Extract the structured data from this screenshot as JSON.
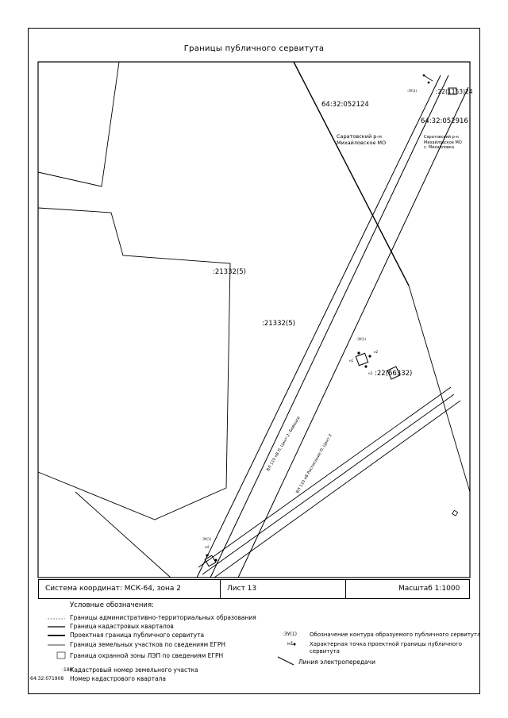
{
  "map": {
    "title": "Границы публичного сервитута",
    "labels": {
      "quarter_top": "64:32:052124",
      "quarter_right": "64:32:052916",
      "parcel_a": ":21332(5)",
      "parcel_b": ":21332(5)",
      "parcel_c": ":22(66332)",
      "parcel_d": ":22(1153)24",
      "district_left_1": "Саратовский р-н",
      "district_left_2": "Михайловское МО",
      "district_right_1": "Саратовский р-н",
      "district_right_2": "Михайловское МО",
      "district_right_3": "с. Михайловка",
      "line_1": "ВЛ 110 кВ П. Цинт-2- Бовацко",
      "line_2": "ВЛ 110 кВ Расписание П. Цинт 2"
    },
    "point_labels": {
      "cluster_top": ":ЗУ(1)",
      "cluster_mid": ":ЗУ(1)",
      "cluster_bottom": ":ЗУ(1)",
      "p1": "н1",
      "p2": "н2",
      "p3": "н3",
      "p4": "н4"
    }
  },
  "info_bar": {
    "coords": "Система координат: МСК-64, зона 2",
    "sheet": "Лист 13",
    "scale": "Масштаб 1:1000"
  },
  "legend": {
    "title": "Условные обозначения:",
    "items": [
      "Границы административно-территориальных образования",
      "Граница кадастровых кварталов",
      "Проектная граница публичного сервитута",
      "Граница земельных участков по сведениям ЕГРН",
      "Граница охранной зоны ЛЭП по сведениям ЕГРН"
    ],
    "code_items": [
      {
        "code": ":180",
        "text": "Кадастровый номер земельного участка"
      },
      {
        "code": "64:32:071908",
        "text": "Номер кадастрового квартала"
      }
    ],
    "right_items": [
      {
        "code": ":ЗУ(1)",
        "text": "Обозначение контура образуемого публичного сервитута"
      },
      {
        "code": "н1",
        "text": "Характерная точка проектной границы публичного сервитута"
      },
      {
        "code": "",
        "text": "Линия электропередачи"
      }
    ]
  }
}
